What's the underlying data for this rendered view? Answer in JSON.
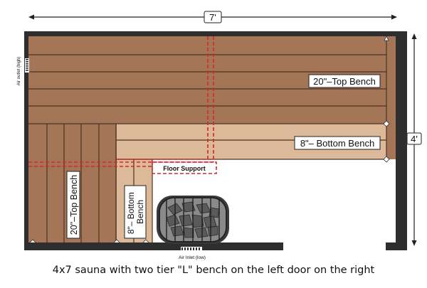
{
  "dimensions": {
    "width": "7'",
    "depth": "4'"
  },
  "labels": {
    "top_bench_back": "20\"–Top Bench",
    "bottom_bench_back": "8\"– Bottom Bench",
    "top_bench_left": "20\"–Top Bench",
    "bottom_bench_left": "8\"– Bottom Bench",
    "floor_support": "Floor Support",
    "air_outlet": "Air outlet (high)",
    "air_inlet": "Air Inlet (low)"
  },
  "caption": "4x7 sauna with two tier \"L\" bench on the left door on the right",
  "colors": {
    "wall": "#2e2e2e",
    "top_bench": "#a47556",
    "bottom_bench": "#dcb998",
    "plank_line": "#4a3426",
    "floor_support": "#d8262b"
  }
}
